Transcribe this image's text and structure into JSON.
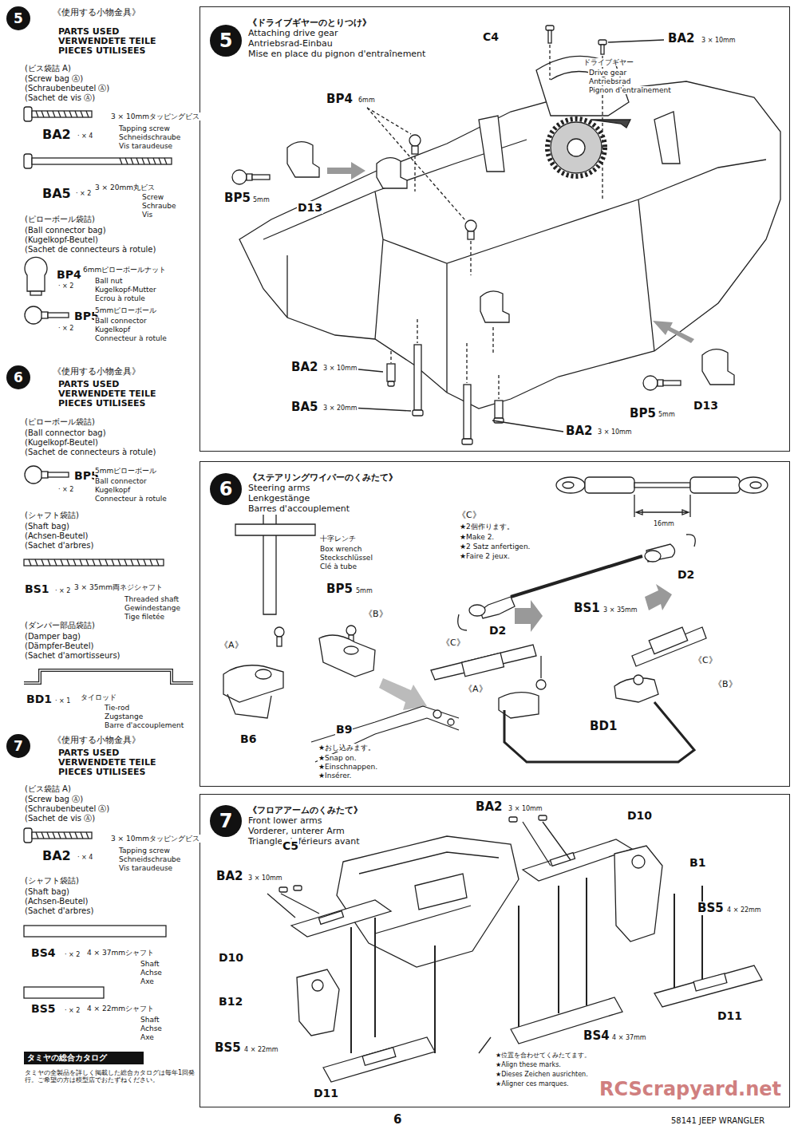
{
  "diagram": {
    "nodes": [
      {
        "text": [
          "5"
        ]
      },
      {
        "text": [
          "6"
        ]
      },
      {
        "text": [
          "7"
        ]
      },
      {
        "text": [
          "タミヤの総合カタログ"
        ]
      },
      {
        "text": [
          "《ドライブギヤーのとりつけ》",
          "Attaching drive gear",
          "Antriebsrad-Einbau",
          "Mise en place du pignon d'entraînement"
        ]
      },
      {
        "text": [
          "5"
        ],
        "in": 4
      },
      {
        "text": [
          "《ステアリングワイパーのくみたて》",
          "Steering arms",
          "Lenkgestänge",
          "Barres d'accouplement"
        ]
      },
      {
        "text": [
          "6"
        ],
        "in": 6
      },
      {
        "text": [
          "《フロアアームのくみたて》",
          "Front lower arms",
          "Vorderer, unterer Arm",
          "Triangles inférieurs avant"
        ]
      },
      {
        "text": [
          "7"
        ],
        "in": 8
      }
    ],
    "labels": [
      "《使用する小物金具》",
      "PARTS USED",
      "VERWENDETE TEILE",
      "PIECES UTILISEES",
      "(ビス袋詰 A)",
      "(Screw bag Ⓐ)",
      "(Schraubenbeutel Ⓐ)",
      "(Sachet de vis Ⓐ)",
      "3 × 10mmタッピングビス",
      "Tapping screw",
      "Schneidschraube",
      "Vis taraudeuse",
      "BA2",
      "· × 4",
      "BA5",
      "· × 2",
      "3 × 20mm丸ビス",
      "Screw",
      "Schraube",
      "Vis",
      "(ピローボール袋詰)",
      "(Ball connector bag)",
      "(Kugelkopf-Beutel)",
      "(Sachet de connecteurs à rotule)",
      "BP4",
      "· × 2",
      "6mmピローボールナット",
      "Ball nut",
      "Kugelkopf-Mutter",
      "Ecrou à rotule",
      "BP5",
      "· × 2",
      "5mmピローボール",
      "Ball connector",
      "Kugelkopf",
      "Connecteur à rotule",
      "《使用する小物金具》",
      "PARTS USED",
      "VERWENDETE TEILE",
      "PIECES UTILISEES",
      "(ピローボール袋詰)",
      "(Ball connector bag)",
      "(Kugelkopf-Beutel)",
      "(Sachet de connecteurs à rotule)",
      "BP5",
      "· × 2",
      "5mmピローボール",
      "Ball connector",
      "Kugelkopf",
      "Connecteur à rotule",
      "(シャフト袋詰)",
      "(Shaft bag)",
      "(Achsen-Beutel)",
      "(Sachet d'arbres)",
      "BS1",
      "· × 2",
      "3 × 35mm両ネジシャフト",
      "Threaded shaft",
      "Gewindestange",
      "Tige filetée",
      "(ダンパー部品袋詰)",
      "(Damper bag)",
      "(Dämpfer-Beutel)",
      "(Sachet d'amortisseurs)",
      "BD1",
      "· × 1",
      "タイロッド",
      "Tie-rod",
      "Zugstange",
      "Barre d'accouplement",
      "《使用する小物金具》",
      "PARTS USED",
      "VERWENDETE TEILE",
      "PIECES UTILISEES",
      "(ビス袋詰 A)",
      "(Screw bag Ⓐ)",
      "(Schraubenbeutel Ⓐ)",
      "(Sachet de vis Ⓐ)",
      "3 × 10mmタッピングビス",
      "Tapping screw",
      "Schneidschraube",
      "Vis taraudeuse",
      "BA2",
      "· × 4",
      "(シャフト袋詰)",
      "(Shaft bag)",
      "(Achsen-Beutel)",
      "(Sachet d'arbres)",
      "BS4",
      "· × 2",
      "4 × 37mmシャフト",
      "Shaft",
      "Achse",
      "Axe",
      "BS5",
      "· × 2",
      "4 × 22mmシャフト",
      "Shaft",
      "Achse",
      "Axe",
      "タミヤの全製品を詳しく掲載した総合カタログは毎年1回発行。ご希望の方は模型店でおたずねください。",
      "C4",
      "BA2",
      "3 × 10mm",
      "ドライブギヤー",
      "Drive gear",
      "Antriebsrad",
      "Pignon d'entraînement",
      "BP4",
      "6mm",
      "BP5",
      "5mm",
      "D13",
      "BA2",
      "3 × 10mm",
      "BA5",
      "3 × 20mm",
      "BA2",
      "3 × 10mm",
      "BP5",
      "5mm",
      "D13",
      "16mm",
      "《C》",
      "★2個作ります。",
      "★Make 2.",
      "★2 Satz anfertigen.",
      "★Faire 2 jeux.",
      "十字レンチ",
      "Box wrench",
      "Steckschlüssel",
      "Clé à tube",
      "BP5",
      "5mm",
      "《B》",
      "《A》",
      "D2",
      "BS1",
      "3 × 35mm",
      "D2",
      "《C》",
      "《C》",
      "《B》",
      "《A》",
      "B6",
      "B9",
      "BD1",
      "★おし込みます。",
      "★Snap on.",
      "★Einschnappen.",
      "★Insérer.",
      "BA2",
      "3 × 10mm",
      "D10",
      "C5",
      "B1",
      "BA2",
      "3 × 10mm",
      "BS5",
      "4 × 22mm",
      "D10",
      "B12",
      "BS5",
      "4 × 22mm",
      "D11",
      "BS4",
      "4 × 37mm",
      "D11",
      "★位置を合わせてくみたてます。",
      "★Align these marks.",
      "★Dieses Zeichen ausrichten.",
      "★Aligner ces marques.",
      "RCScrapyard.net",
      "6",
      "58141 JEEP WRANGLER"
    ]
  }
}
